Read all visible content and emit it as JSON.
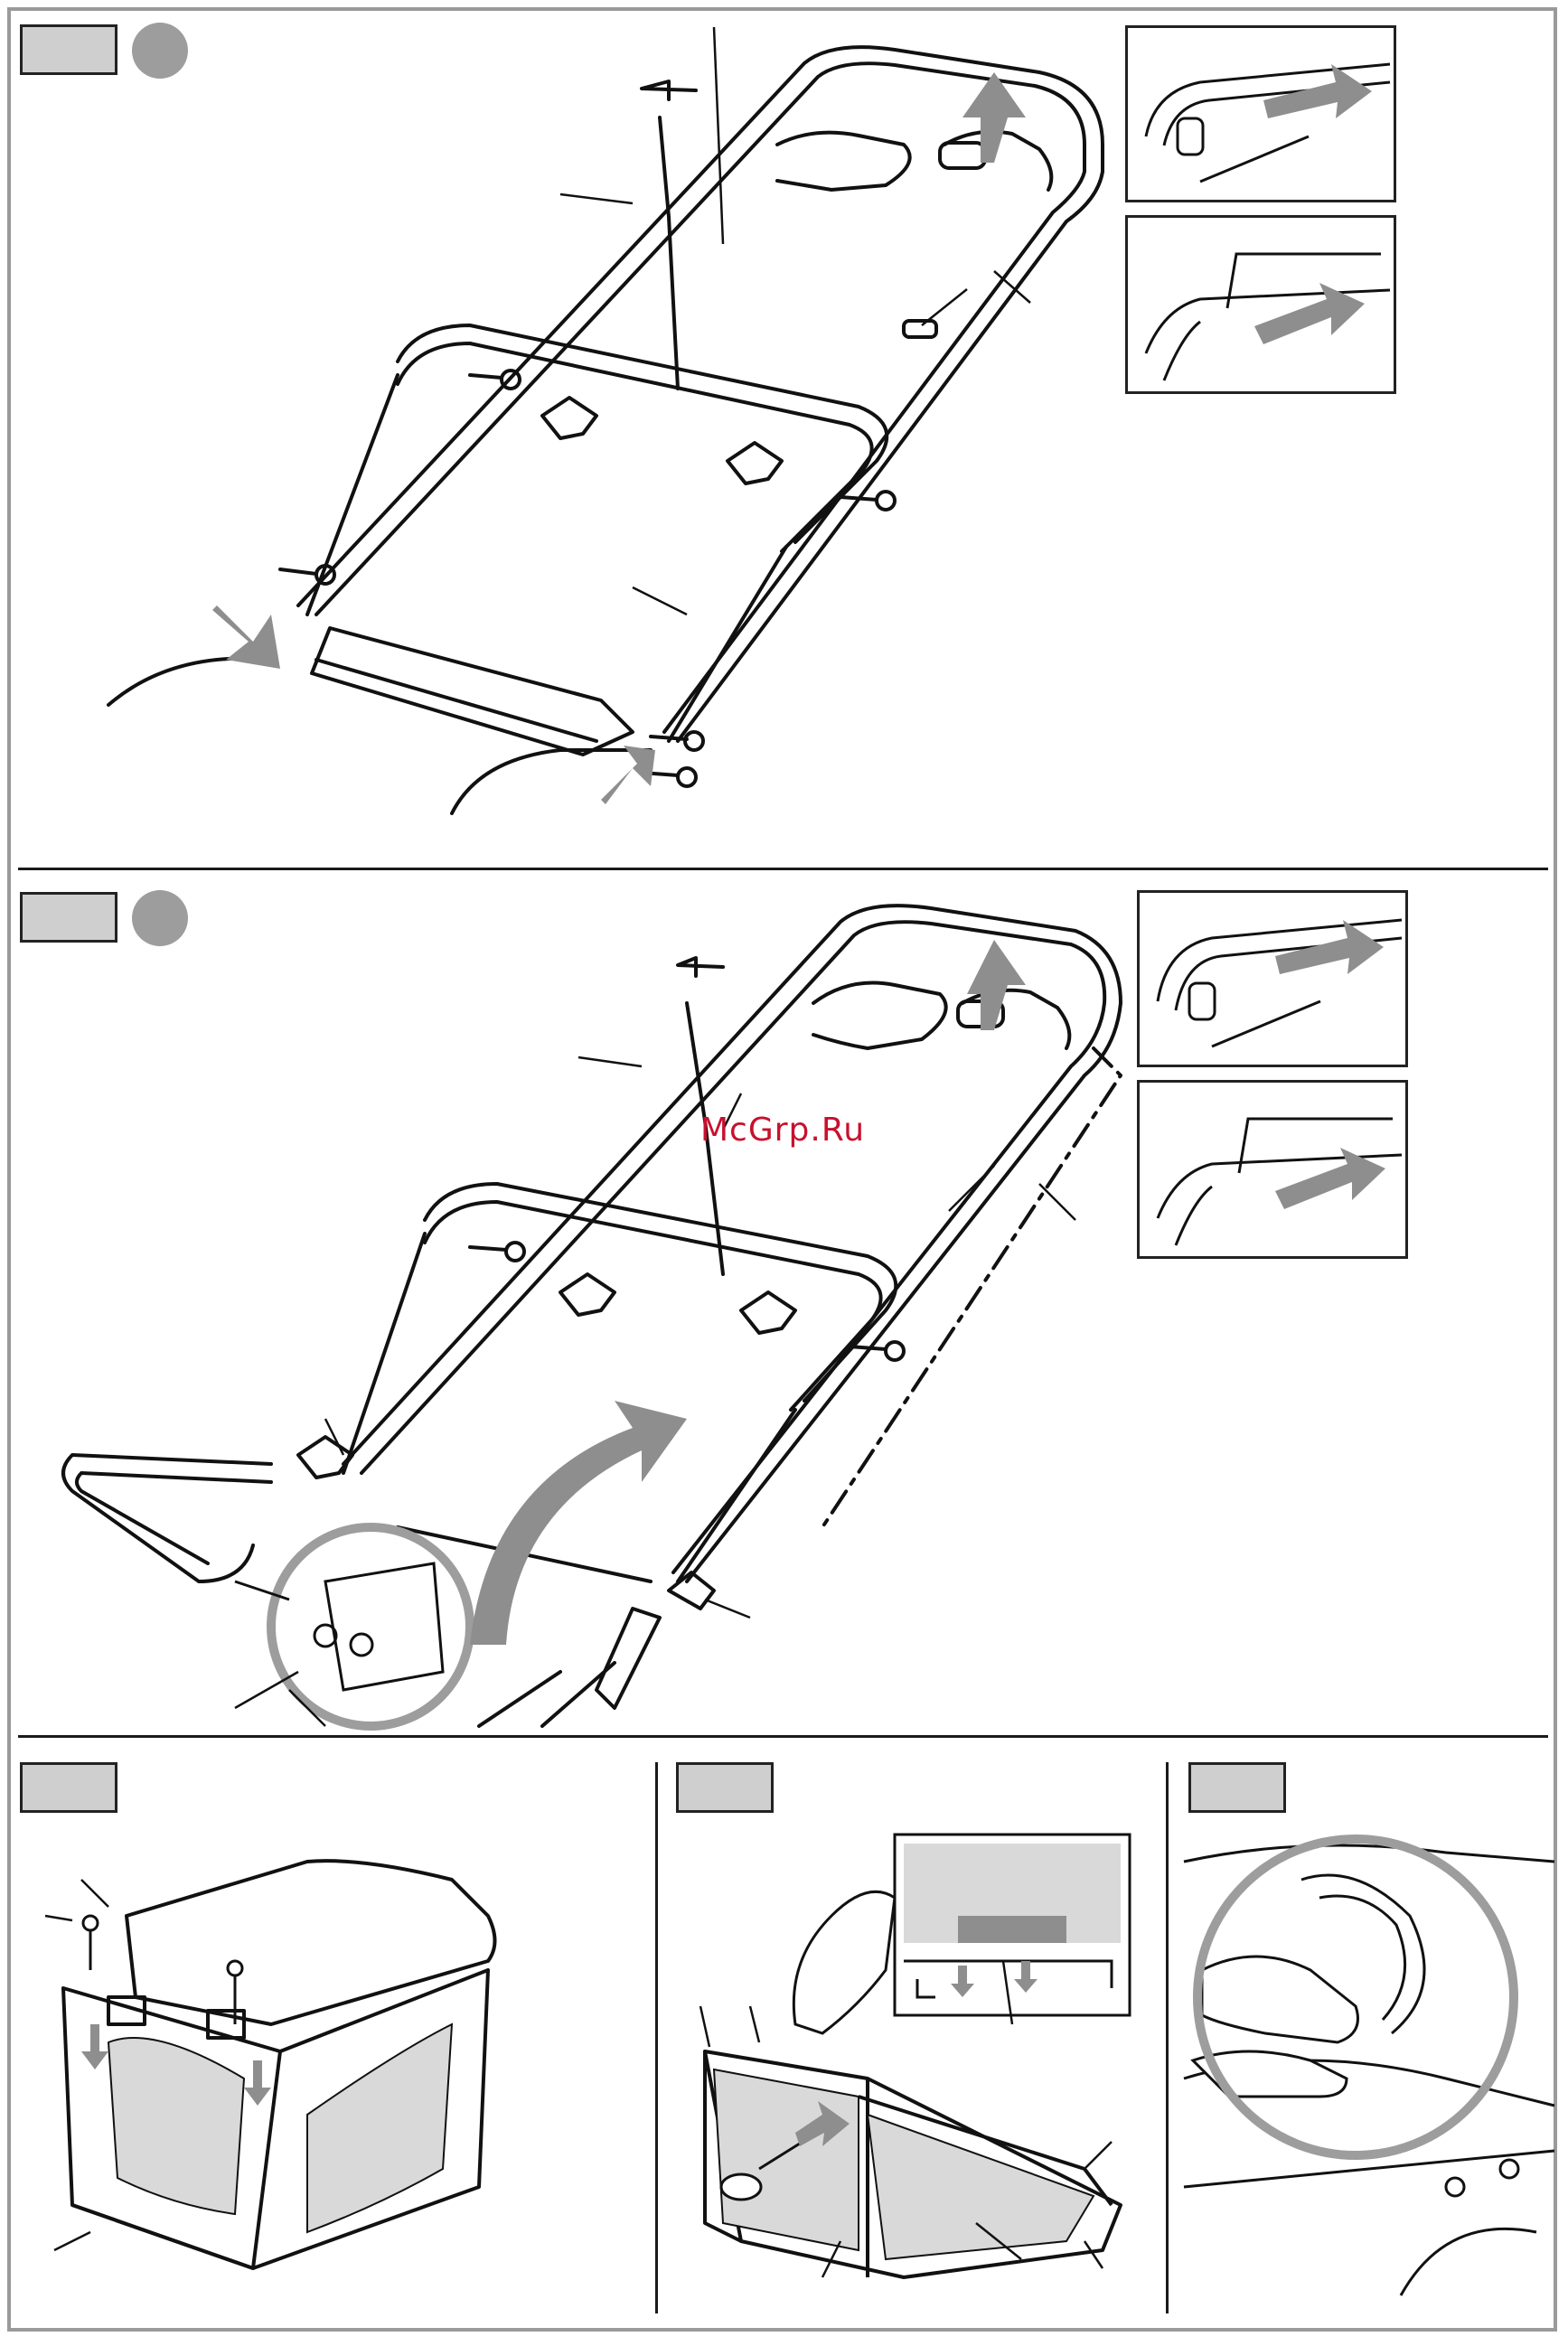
{
  "watermark": {
    "text": "McGrp.Ru"
  },
  "colors": {
    "step_box": "#cfcfcf",
    "step_dot": "#9d9d9d",
    "arrow_gray": "#8e8e8e",
    "watermark": "#c8102e"
  },
  "panels": [
    {
      "id": "handle-assembly-1",
      "step_label": "",
      "icons": [
        "gray-circle-icon",
        "handle-grip-icon",
        "cable-clip-icon"
      ]
    },
    {
      "id": "handle-assembly-2",
      "step_label": "",
      "icons": [
        "gray-circle-icon",
        "fold-arrow-icon",
        "wing-knob-icon"
      ]
    },
    {
      "id": "grass-catcher-lid",
      "step_label": "",
      "icons": [
        "screw-icon"
      ]
    },
    {
      "id": "grass-catcher-frame",
      "step_label": "",
      "icons": [
        "screwdriver-icon"
      ]
    },
    {
      "id": "catcher-hooking",
      "step_label": "",
      "icons": [
        "hand-icon"
      ]
    }
  ]
}
